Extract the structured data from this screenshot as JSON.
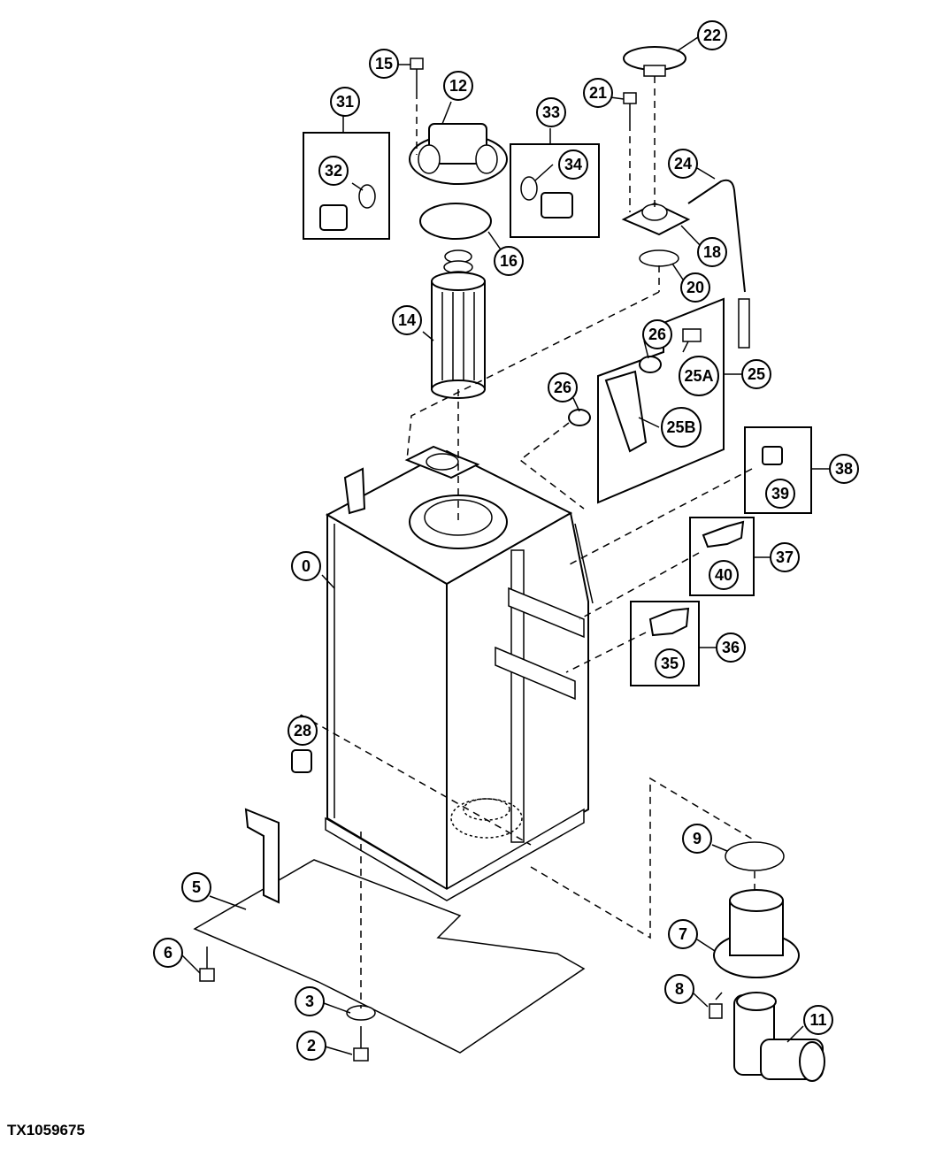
{
  "figure_id": "TX1059675",
  "callouts": [
    "0",
    "2",
    "3",
    "5",
    "6",
    "7",
    "8",
    "9",
    "11",
    "12",
    "14",
    "15",
    "16",
    "18",
    "20",
    "21",
    "22",
    "24",
    "25",
    "25A",
    "25B",
    "26",
    "26",
    "28",
    "31",
    "32",
    "33",
    "34",
    "35",
    "36",
    "37",
    "38",
    "39",
    "40"
  ]
}
